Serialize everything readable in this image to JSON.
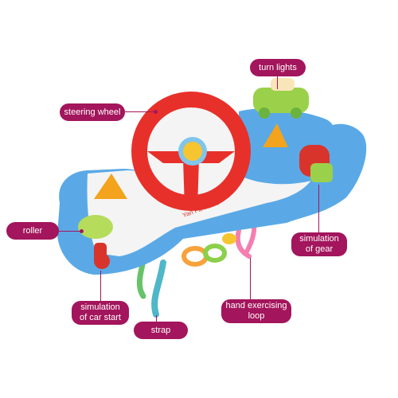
{
  "toy": {
    "brand_text": "Yan Fa TOYS"
  },
  "callouts": {
    "steering_wheel": "steering wheel",
    "turn_lights": "turn lights",
    "roller": "roller",
    "simulation_of_gear_1": "simulation",
    "simulation_of_gear_2": "of gear",
    "simulation_of_car_start_1": "simulation",
    "simulation_of_car_start_2": "of car start",
    "strap": "strap",
    "hand_exercising_loop_1": "hand exercising",
    "hand_exercising_loop_2": "loop"
  },
  "colors": {
    "label_bg": "#a3155c",
    "wheel_red": "#e8302a",
    "base_blue": "#5aa9e6",
    "light_green": "#9bd14a",
    "base_white": "#f4f4f4"
  }
}
